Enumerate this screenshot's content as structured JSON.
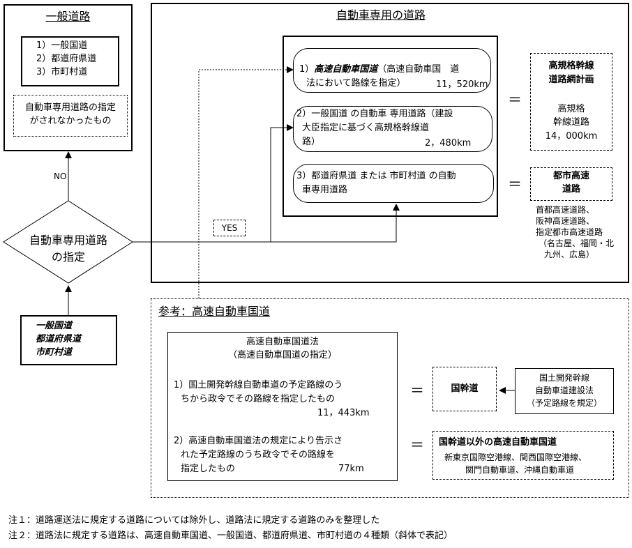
{
  "general_roads": {
    "title": "一般道路",
    "list": [
      "1）一般国道",
      "2）都道府県道",
      "3）市町村道"
    ],
    "note_line1": "自動車専用道路の指定",
    "note_line2": "がされなかったもの"
  },
  "decision": {
    "line1": "自動車専用道路",
    "line2": "の指定",
    "no": "NO",
    "yes": "YES"
  },
  "input_roads": [
    "一般国道",
    "都道府県道",
    "市町村道"
  ],
  "motorway": {
    "title": "自動車専用の道路",
    "item1": {
      "num": "1）",
      "name": "高速自動車国道",
      "rest1": "（高速自動車国　道",
      "line2": "法において路線を指定）",
      "km": "11，520km"
    },
    "item2": {
      "line1": "2）一般国道 の自動車 専用道路（建設",
      "line2": "大臣指定に基づく高規格幹線道",
      "line3": "路）",
      "km": "2，480km"
    },
    "item3": {
      "line1": "3）都道府県道 または 市町村道 の自動",
      "line2": "車専用道路"
    },
    "eq": "＝",
    "plan": {
      "title1": "高規格幹線",
      "title2": "道路網計画",
      "sub1": "高規格",
      "sub2": "幹線道路",
      "km": "14，000km"
    },
    "urban": {
      "title1": "都市高速",
      "title2": "道路",
      "notes": [
        "首都高速道路、",
        "阪神高速道路、",
        "指定都市高速道路",
        "（名古屋、福岡・北",
        "九州、広島）"
      ]
    }
  },
  "reference": {
    "title": "参考：高速自動車国道",
    "law": {
      "title1": "高速自動車国道法",
      "title2": "（高速自動車国道の指定）",
      "item1_line1": "1）国土開発幹線自動車道の予定路線のう",
      "item1_line2": "ちから政令でその路線を指定したもの",
      "item1_km": "11，443km",
      "item2_line1": "2）高速自動車国道法の規定により告示さ",
      "item2_line2": "れた予定路線のうち政令でその路線を",
      "item2_line3": "指定したもの",
      "item2_km": "77km"
    },
    "eq": "＝",
    "trunk": "国幹道",
    "dev_law": {
      "line1": "国土開発幹線",
      "line2": "自動車道建設法",
      "line3": "（予定路線を規定）"
    },
    "other": {
      "title": "国幹道以外の高速自動車国道",
      "line1": "新東京国際空港線、関西国際空港線、",
      "line2": "関門自動車道、沖縄自動車道"
    }
  },
  "notes": {
    "note1": "注１：道路運送法に規定する道路については除外し、道路法に規定する道路のみを整理した",
    "note2": "注２：道路法に規定する道路は、高速自動車国道、一般国道、都道府県道、市町村道の４種類（斜体で表記）"
  }
}
